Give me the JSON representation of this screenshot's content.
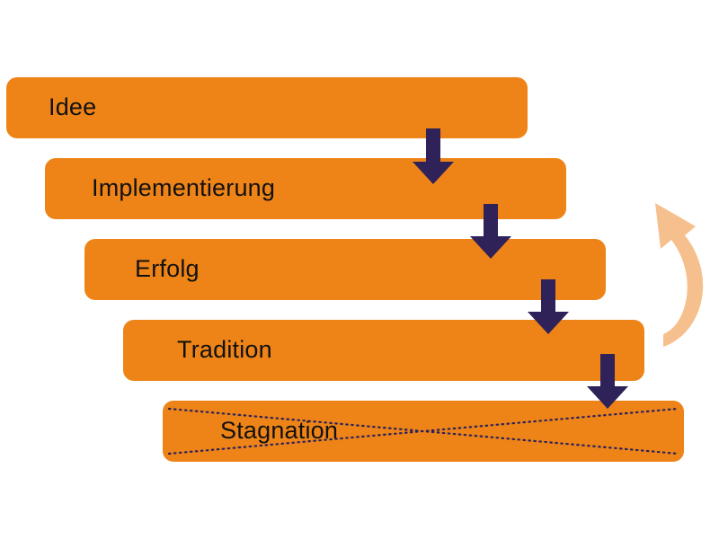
{
  "steps": [
    {
      "label": "Idee"
    },
    {
      "label": "Implementierung"
    },
    {
      "label": "Erfolg"
    },
    {
      "label": "Tradition"
    },
    {
      "label": "Stagnation"
    }
  ],
  "colors": {
    "step_fill": "#ee8418",
    "arrow_down": "#2e2258",
    "cycle_arrow": "#f6c08e",
    "strike_dots": "#2e2258"
  },
  "icons": {
    "down_arrow": "down-arrow-icon",
    "cycle_arrow": "curved-return-arrow-icon",
    "crossed_out": "cross-out-mark"
  }
}
